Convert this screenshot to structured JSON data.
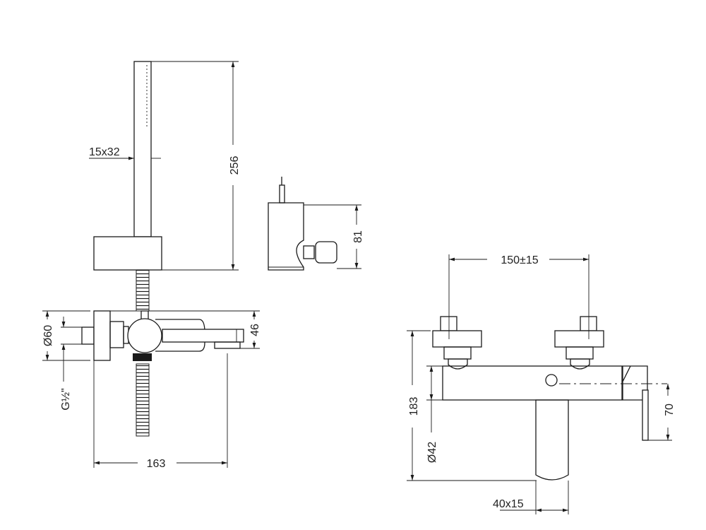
{
  "dimensions": {
    "hand_shower_length": "256",
    "hand_shower_section": "15x32",
    "holder_height": "81",
    "flange_diameter": "Ø60",
    "thread": "G½\"",
    "spout_height": "46",
    "projection_side": "163",
    "centers": "150±15",
    "total_height": "183",
    "body_diameter": "Ø42",
    "handle_height": "70",
    "spout_section": "40x15"
  }
}
